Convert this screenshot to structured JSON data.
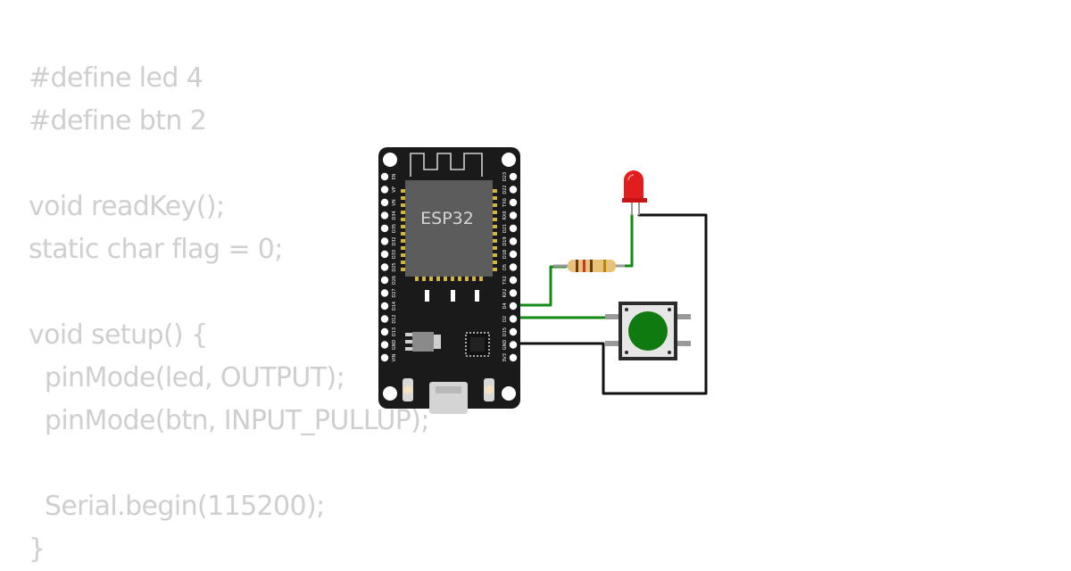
{
  "code": {
    "lines": [
      "#define led 4",
      "#define btn 2",
      "",
      "void readKey();",
      "static char flag = 0;",
      "",
      "void setup() {",
      "  pinMode(led, OUTPUT);",
      "  pinMode(btn, INPUT_PULLUP);",
      "",
      "  Serial.begin(115200);",
      "}"
    ]
  },
  "board": {
    "chip_label": "ESP32",
    "left_pins": [
      "EN",
      "VP",
      "VN",
      "D34",
      "D35",
      "D32",
      "D33",
      "D25",
      "D26",
      "D27",
      "D14",
      "D12",
      "D13",
      "GND",
      "VIN"
    ],
    "right_pins": [
      "D23",
      "D22",
      "TX0",
      "RX0",
      "D21",
      "D19",
      "D18",
      "D5",
      "TX2",
      "RX2",
      "D4",
      "D2",
      "D15",
      "GND",
      "3V3"
    ]
  },
  "colors": {
    "board": "#1a1a1a",
    "wire_green": "#138a13",
    "wire_black": "#111111",
    "led": "#e11d1d",
    "button_cap": "#0f7a0f",
    "code_text": "#cfcfcf"
  }
}
